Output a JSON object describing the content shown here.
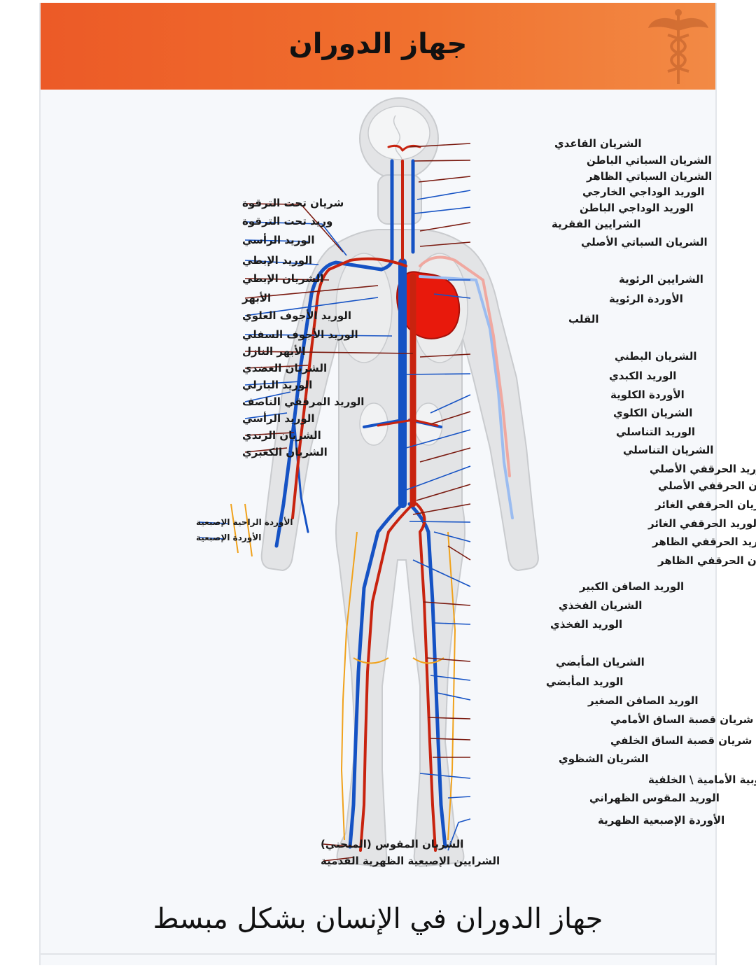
{
  "header": {
    "title": "جهاز الدوران"
  },
  "caption": "جهاز الدوران في الإنسان بشكل مبسط",
  "colors": {
    "header": "#ec5a27",
    "artery": "#c8230f",
    "vein": "#1552c4",
    "heart": "#e8190c",
    "nerve": "#f0a21c"
  },
  "icons": {
    "header_decoration": "caduceus-icon"
  },
  "labels_right": [
    "الشريان القاعدي",
    "الشريان السباتي الباطن",
    "الشريان السباتي الظاهر",
    "الوريد الوداجي الخارجي",
    "الوريد الوداجي الباطن",
    "الشرايين الفقرية",
    "الشريان السباتي الأصلي",
    "الشرايين الرئوية",
    "الأوردة الرئوية",
    "القلب",
    "الشريان البطني",
    "الوريد الكبدي",
    "الأوردة الكلوية",
    "الشريان الكلوي",
    "الوريد التناسلي",
    "الشريان التناسلي",
    "الوريد الحرقفي الأصلي",
    "الشريان الحرقفي الأصلي",
    "الشريان الحرقفي الغائر",
    "الوريد الحرقفي الغائر",
    "الوريد الحرقفي الظاهر",
    "الشريان الحرقفي الظاهر",
    "الوريد الصافن الكبير",
    "الشريان الفخذي",
    "الوريد الفخذي",
    "الشريان المأبضي",
    "الوريد المأبضي",
    "الوريد الصافن الصغير",
    "شريان قصبة الساق الأمامي",
    "شريان قصبة الساق الخلفي",
    "الشريان الشظوي",
    "الأوردة الظنبوبية الأمامية \\ الخلفية",
    "الوريد المقوس الظهراني",
    "الأوردة الإصبعية الظهرية"
  ],
  "labels_left": [
    "شريان تحت الترقوة",
    "وريد تحت الترقوة",
    "الوريد الرأسي",
    "الوريد الإبطي",
    "الشريان الإبطي",
    "الأبهر",
    "الوريد الأجوف العلوي",
    "الوريد الأجوف السفلي",
    "الأبهر النازل",
    "الشريان العضدي",
    "الوريد البازلي",
    "الوريد المرفقي الناصف",
    "الوريد الرأسي",
    "الشريان الزندي",
    "الشريان الكعبري",
    "الأوردة الراحية الإصبعية",
    "الأوردة الإصبعية",
    "الشريان المقوس (المنحني)",
    "الشرايين الإصبعية الظهرية القدمية"
  ]
}
